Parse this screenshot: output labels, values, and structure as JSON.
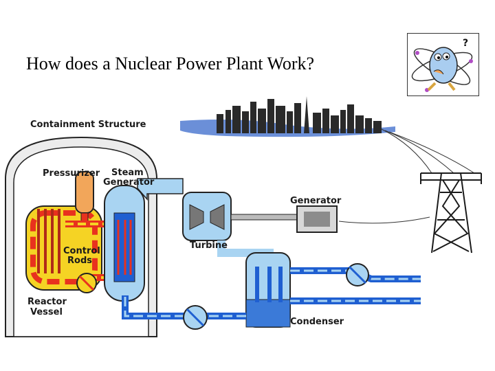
{
  "slide": {
    "title": "How does a Nuclear Power Plant Work?"
  },
  "mascot": {
    "question_mark": "?",
    "icon": "atom-character-icon"
  },
  "diagram": {
    "labels": {
      "containment": "Containment Structure",
      "pressurizer": "Pressurizer",
      "steam_generator_line1": "Steam",
      "steam_generator_line2": "Generator",
      "generator": "Generator",
      "turbine": "Turbine",
      "control_rods_line1": "Control",
      "control_rods_line2": "Rods",
      "reactor_vessel_line1": "Reactor",
      "reactor_vessel_line2": "Vessel",
      "condenser": "Condenser"
    },
    "colors": {
      "primary_loop": "#e8321e",
      "core_yellow": "#f5d324",
      "secondary_water": "#1f5fd1",
      "steam_light": "#a9d4f2",
      "city": "#2a2a2a"
    }
  }
}
